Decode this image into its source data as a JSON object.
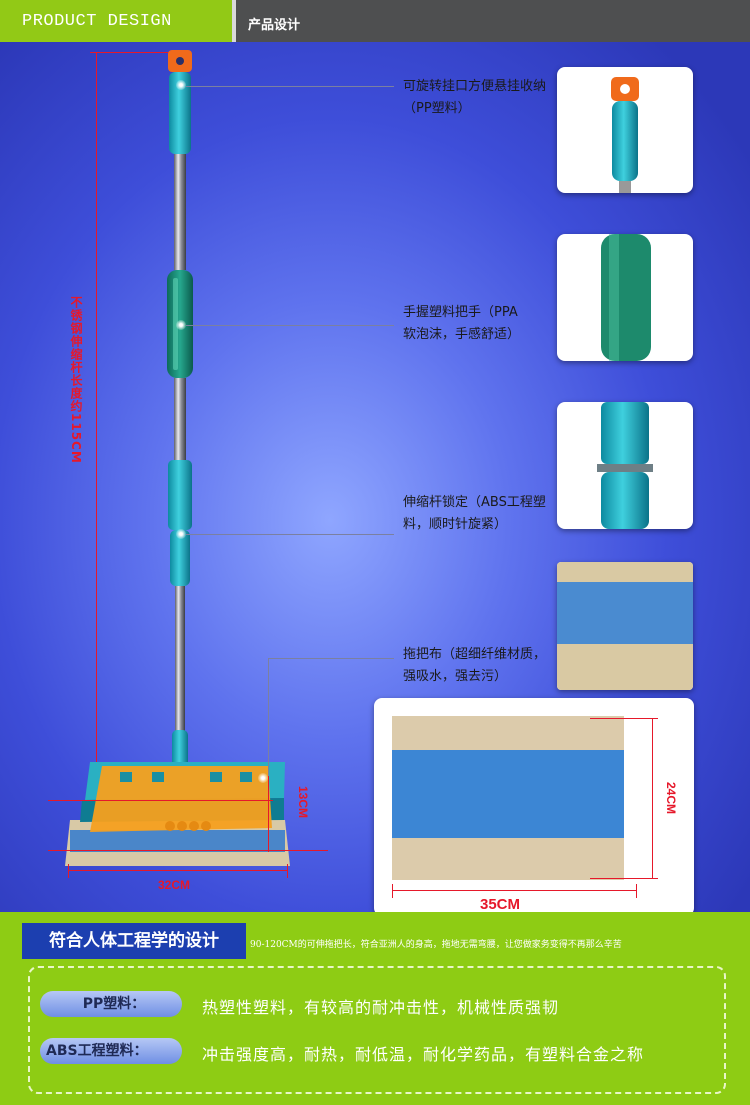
{
  "header": {
    "left_label": "PRODUCT DESIGN",
    "right_label": "产品设计"
  },
  "dimensions": {
    "rod_length": "不锈钢伸缩杆长度约115CM",
    "mop_width": "32CM",
    "mop_height": "13CM",
    "pad_width": "35CM",
    "pad_height": "24CM"
  },
  "callouts": [
    {
      "text": "可旋转挂口方便悬挂收纳（PP塑料）"
    },
    {
      "text": "手握塑料把手（PPA软泡沫，手感舒适）"
    },
    {
      "text": "伸缩杆锁定（ABS工程塑料，顺时针旋紧）"
    },
    {
      "text": "拖把布（超细纤维材质，强吸水，强去污）"
    }
  ],
  "bottom": {
    "title": "符合人体工程学的设计",
    "subtitle": "90-120CM的可伸拖把长，符合亚洲人的身高，拖地无需弯腰，让您做家务变得不再那么辛苦",
    "items": [
      {
        "label": "PP塑料：",
        "text": "热塑性塑料，有较高的耐冲击性，机械性质强韧"
      },
      {
        "label": "ABS工程塑料：",
        "text": "冲击强度高，耐热，耐低温，耐化学药品，有塑料合金之称"
      }
    ]
  },
  "colors": {
    "accent_green": "#92c916",
    "header_gray": "#4e4f50",
    "dimension_red": "#e6182a",
    "title_blue": "#1c3fb0"
  }
}
